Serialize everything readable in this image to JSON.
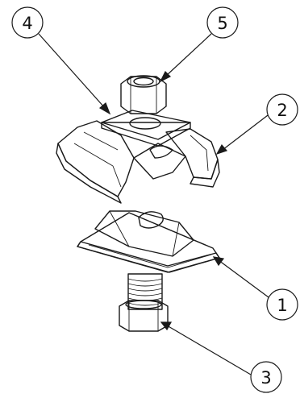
{
  "callouts": [
    {
      "label": "1",
      "part": "lower-clamp-plate"
    },
    {
      "label": "2",
      "part": "upper-clamp-bracket"
    },
    {
      "label": "3",
      "part": "hex-bolt"
    },
    {
      "label": "4",
      "part": "washer"
    },
    {
      "label": "5",
      "part": "hex-nut"
    }
  ],
  "colors": {
    "metal_light": "#c9d3e2",
    "metal_mid": "#a4b2c8",
    "metal_dark": "#7b8aa2",
    "washer_face": "#d9d9d9",
    "washer_side": "#a9a9a9",
    "nut_gray": "#9a9da3",
    "line": "#1a1a1a"
  }
}
